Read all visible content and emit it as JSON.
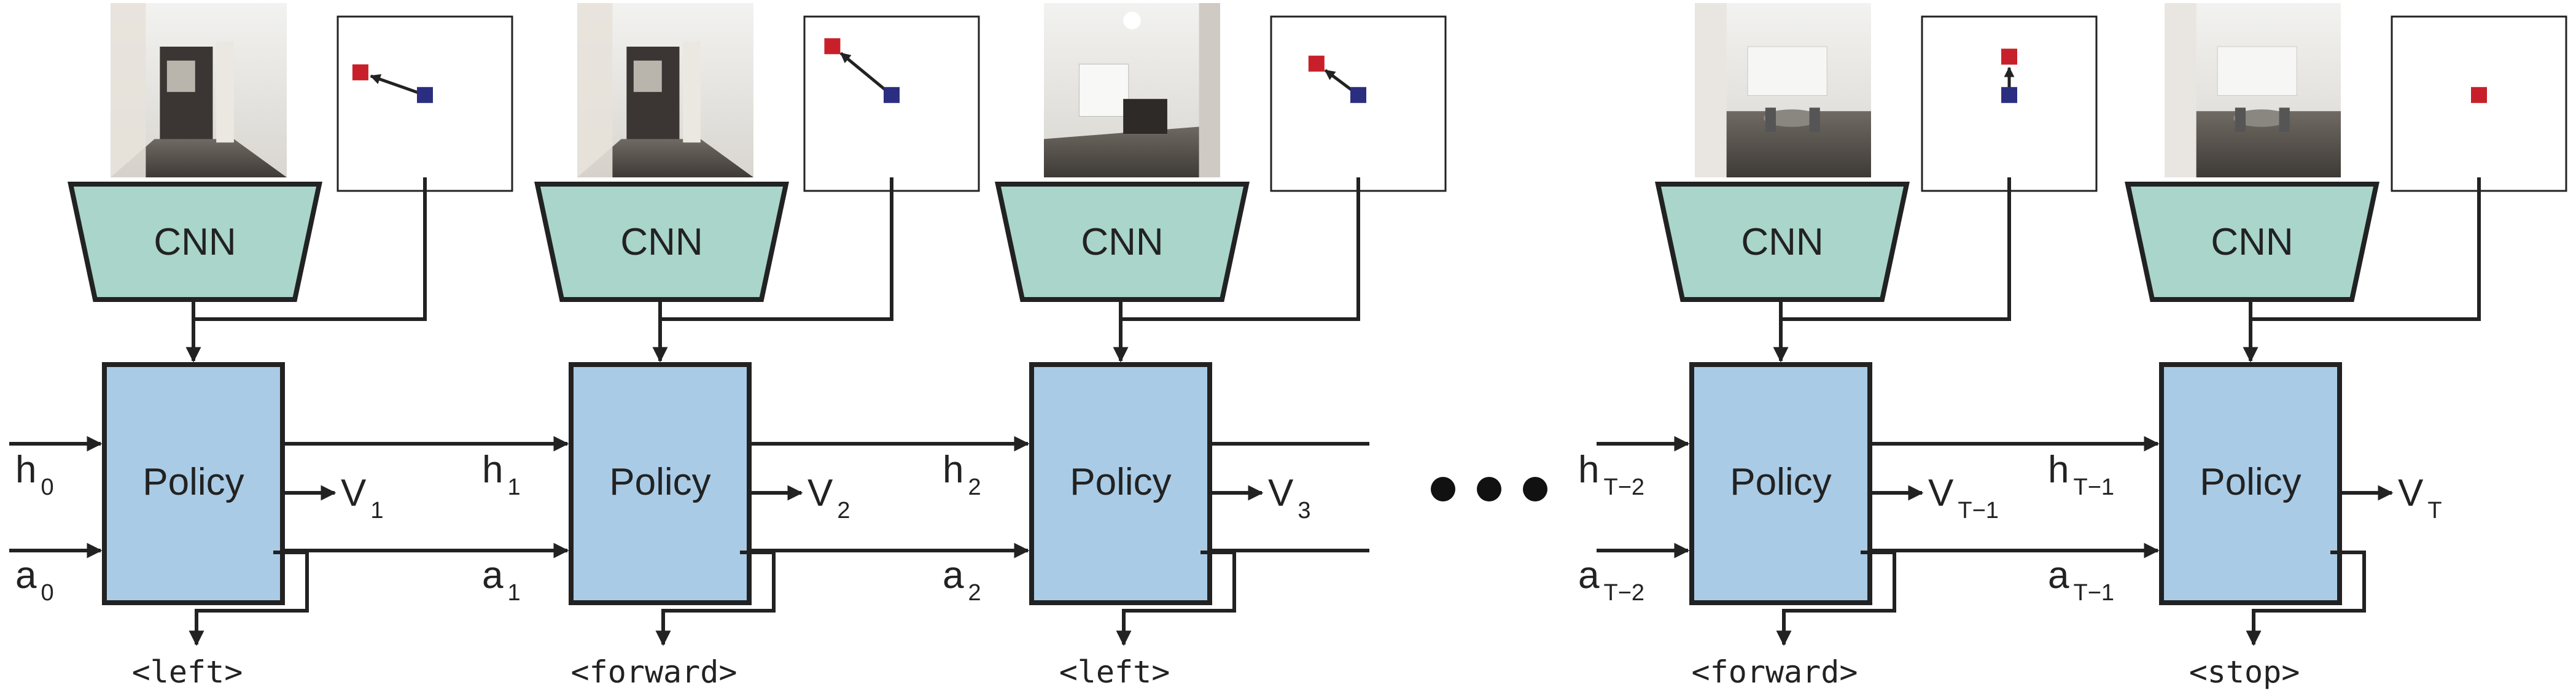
{
  "colors": {
    "cnn_fill": "#a9d5ca",
    "policy_fill": "#a9cbe6",
    "stroke": "#222222",
    "goal_square": "#c8202a",
    "agent_square": "#2b2e80"
  },
  "labels": {
    "cnn": "CNN",
    "policy": "Policy",
    "ellipsis": "•••"
  },
  "steps": [
    {
      "photo_scene": "hallway with open door",
      "h_label": "h",
      "h_sub": "0",
      "a_label": "a",
      "a_sub": "0",
      "v_label": "V",
      "v_sub": "1",
      "action": "<left>",
      "goal_marker": "red-square",
      "agent_marker": "blue-square",
      "arrow": "agent-to-goal"
    },
    {
      "photo_scene": "hallway with open door",
      "h_label": "h",
      "h_sub": "1",
      "a_label": "a",
      "a_sub": "1",
      "v_label": "V",
      "v_sub": "2",
      "action": "<forward>",
      "goal_marker": "red-square",
      "agent_marker": "blue-square",
      "arrow": "agent-to-goal"
    },
    {
      "photo_scene": "room with desk and window",
      "h_label": "h",
      "h_sub": "2",
      "a_label": "a",
      "a_sub": "2",
      "v_label": "V",
      "v_sub": "3",
      "action": "<left>",
      "goal_marker": "red-square",
      "agent_marker": "blue-square",
      "arrow": "agent-to-goal"
    },
    {
      "photo_scene": "dining area with table and chairs",
      "h_label": "h",
      "h_sub": "T−2",
      "a_label": "a",
      "a_sub": "T−2",
      "v_label": "V",
      "v_sub": "T−1",
      "action": "<forward>",
      "goal_marker": "red-square",
      "agent_marker": "blue-square",
      "arrow": "agent-to-goal"
    },
    {
      "photo_scene": "dining area with table and chairs",
      "h_label": "h",
      "h_sub": "T−1",
      "a_label": "a",
      "a_sub": "T−1",
      "v_label": "V",
      "v_sub": "T",
      "action": "<stop>",
      "goal_marker": "red-square",
      "agent_marker": "none",
      "arrow": "none"
    }
  ]
}
